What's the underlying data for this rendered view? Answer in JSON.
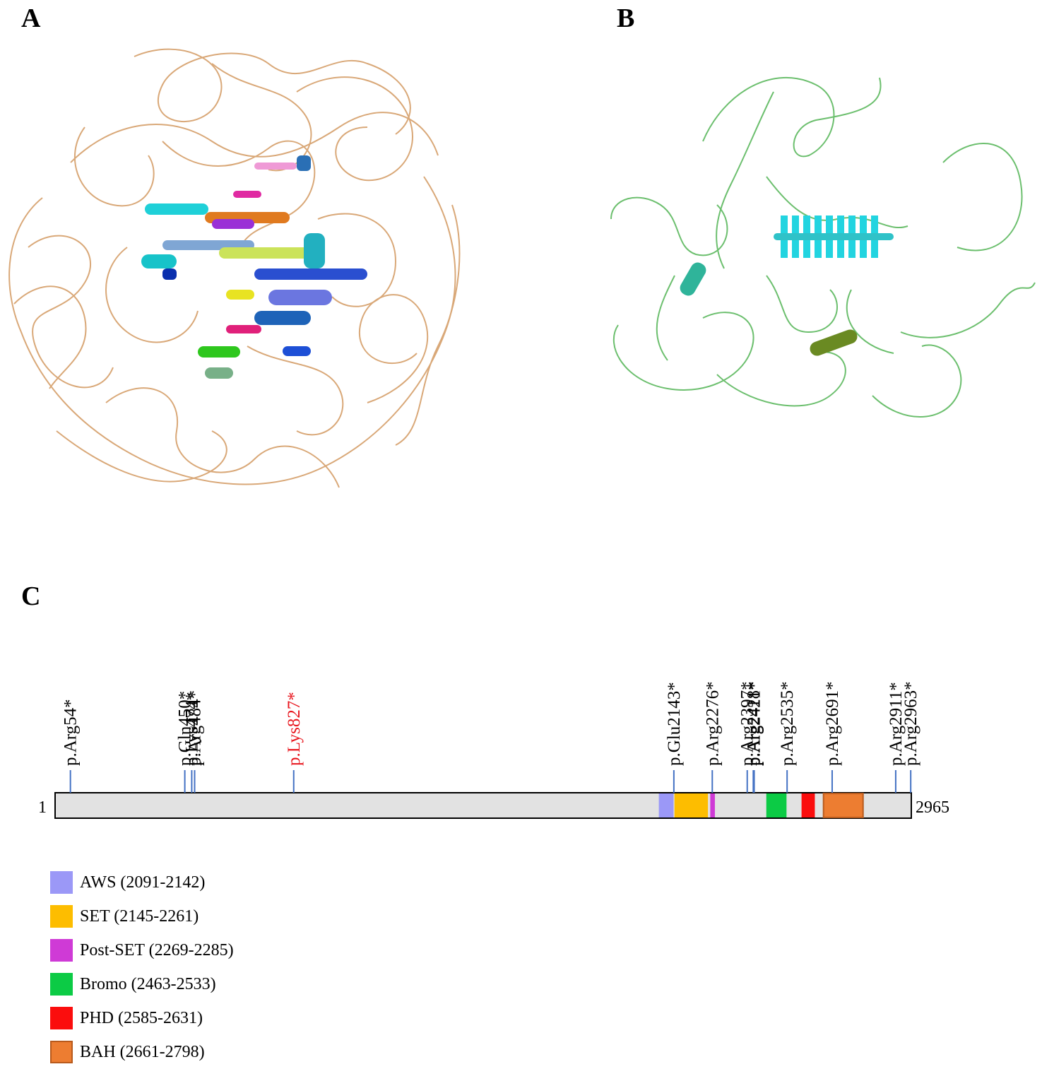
{
  "panels": {
    "a": "A",
    "b": "B",
    "c": "C"
  },
  "protein": {
    "start_label": "1",
    "end_label": "2965",
    "length": 2965
  },
  "mutations": [
    {
      "position": 54,
      "label": "p.Arg54*",
      "color": "#000000"
    },
    {
      "position": 450,
      "label": "p.Gln450*",
      "color": "#000000"
    },
    {
      "position": 474,
      "label": "p.Lys474*",
      "color": "#000000"
    },
    {
      "position": 484,
      "label": "p.Arg484*",
      "color": "#000000"
    },
    {
      "position": 827,
      "label": "p.Lys827*",
      "color": "#e8141c"
    },
    {
      "position": 2143,
      "label": "p.Glu2143*",
      "color": "#000000"
    },
    {
      "position": 2276,
      "label": "p.Arg2276*",
      "color": "#000000"
    },
    {
      "position": 2397,
      "label": "p.Arg2397*",
      "color": "#000000"
    },
    {
      "position": 2418,
      "label": "p.Arg2418*",
      "color": "#000000"
    },
    {
      "position": 2421,
      "label": "p.Arg2421*",
      "color": "#000000"
    },
    {
      "position": 2535,
      "label": "p.Arg2535*",
      "color": "#000000"
    },
    {
      "position": 2691,
      "label": "p.Arg2691*",
      "color": "#000000"
    },
    {
      "position": 2911,
      "label": "p.Arg2911*",
      "color": "#000000"
    },
    {
      "position": 2963,
      "label": "p.Arg2963*",
      "color": "#000000"
    }
  ],
  "domains": [
    {
      "name": "AWS",
      "start": 2091,
      "end": 2142,
      "color": "#9b98f7",
      "label": "AWS (2091-2142)"
    },
    {
      "name": "SET",
      "start": 2145,
      "end": 2261,
      "color": "#fdbd00",
      "label": "SET (2145-2261)"
    },
    {
      "name": "Post-SET",
      "start": 2269,
      "end": 2285,
      "color": "#cf3ad6",
      "label": "Post-SET (2269-2285)"
    },
    {
      "name": "Bromo",
      "start": 2463,
      "end": 2533,
      "color": "#0ccb45",
      "label": "Bromo (2463-2533)"
    },
    {
      "name": "PHD",
      "start": 2585,
      "end": 2631,
      "color": "#fb0d0d",
      "label": "PHD (2585-2631)"
    },
    {
      "name": "BAH",
      "start": 2661,
      "end": 2798,
      "color": "#ed7d31",
      "label": "BAH (2661-2798)"
    }
  ],
  "colors": {
    "backbone": "#e2e2e2",
    "stem": "#4472c4",
    "structure_a_loop": "#d9a878",
    "structure_b_loop": "#6cbf6e"
  }
}
